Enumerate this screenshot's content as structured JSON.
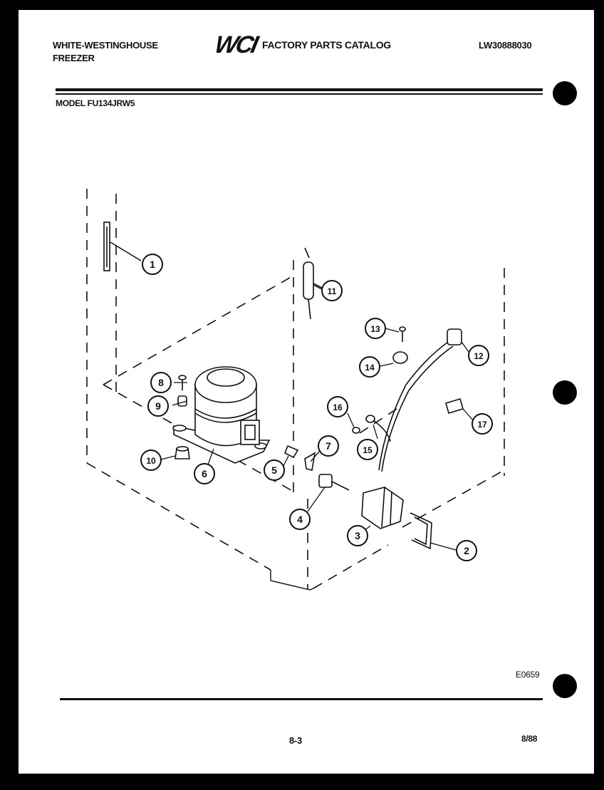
{
  "header": {
    "brand_line1": "WHITE-WESTINGHOUSE",
    "brand_line2": "FREEZER",
    "logo_text": "WCI",
    "catalog_title": "FACTORY PARTS CATALOG",
    "catalog_number": "LW30888030",
    "model": "MODEL FU134JRW5"
  },
  "callouts": [
    "1",
    "2",
    "3",
    "4",
    "5",
    "6",
    "7",
    "8",
    "9",
    "10",
    "11",
    "12",
    "13",
    "14",
    "15",
    "16",
    "17"
  ],
  "footer": {
    "drawing_code": "E0659",
    "page_number": "8-3",
    "date": "8/88"
  }
}
